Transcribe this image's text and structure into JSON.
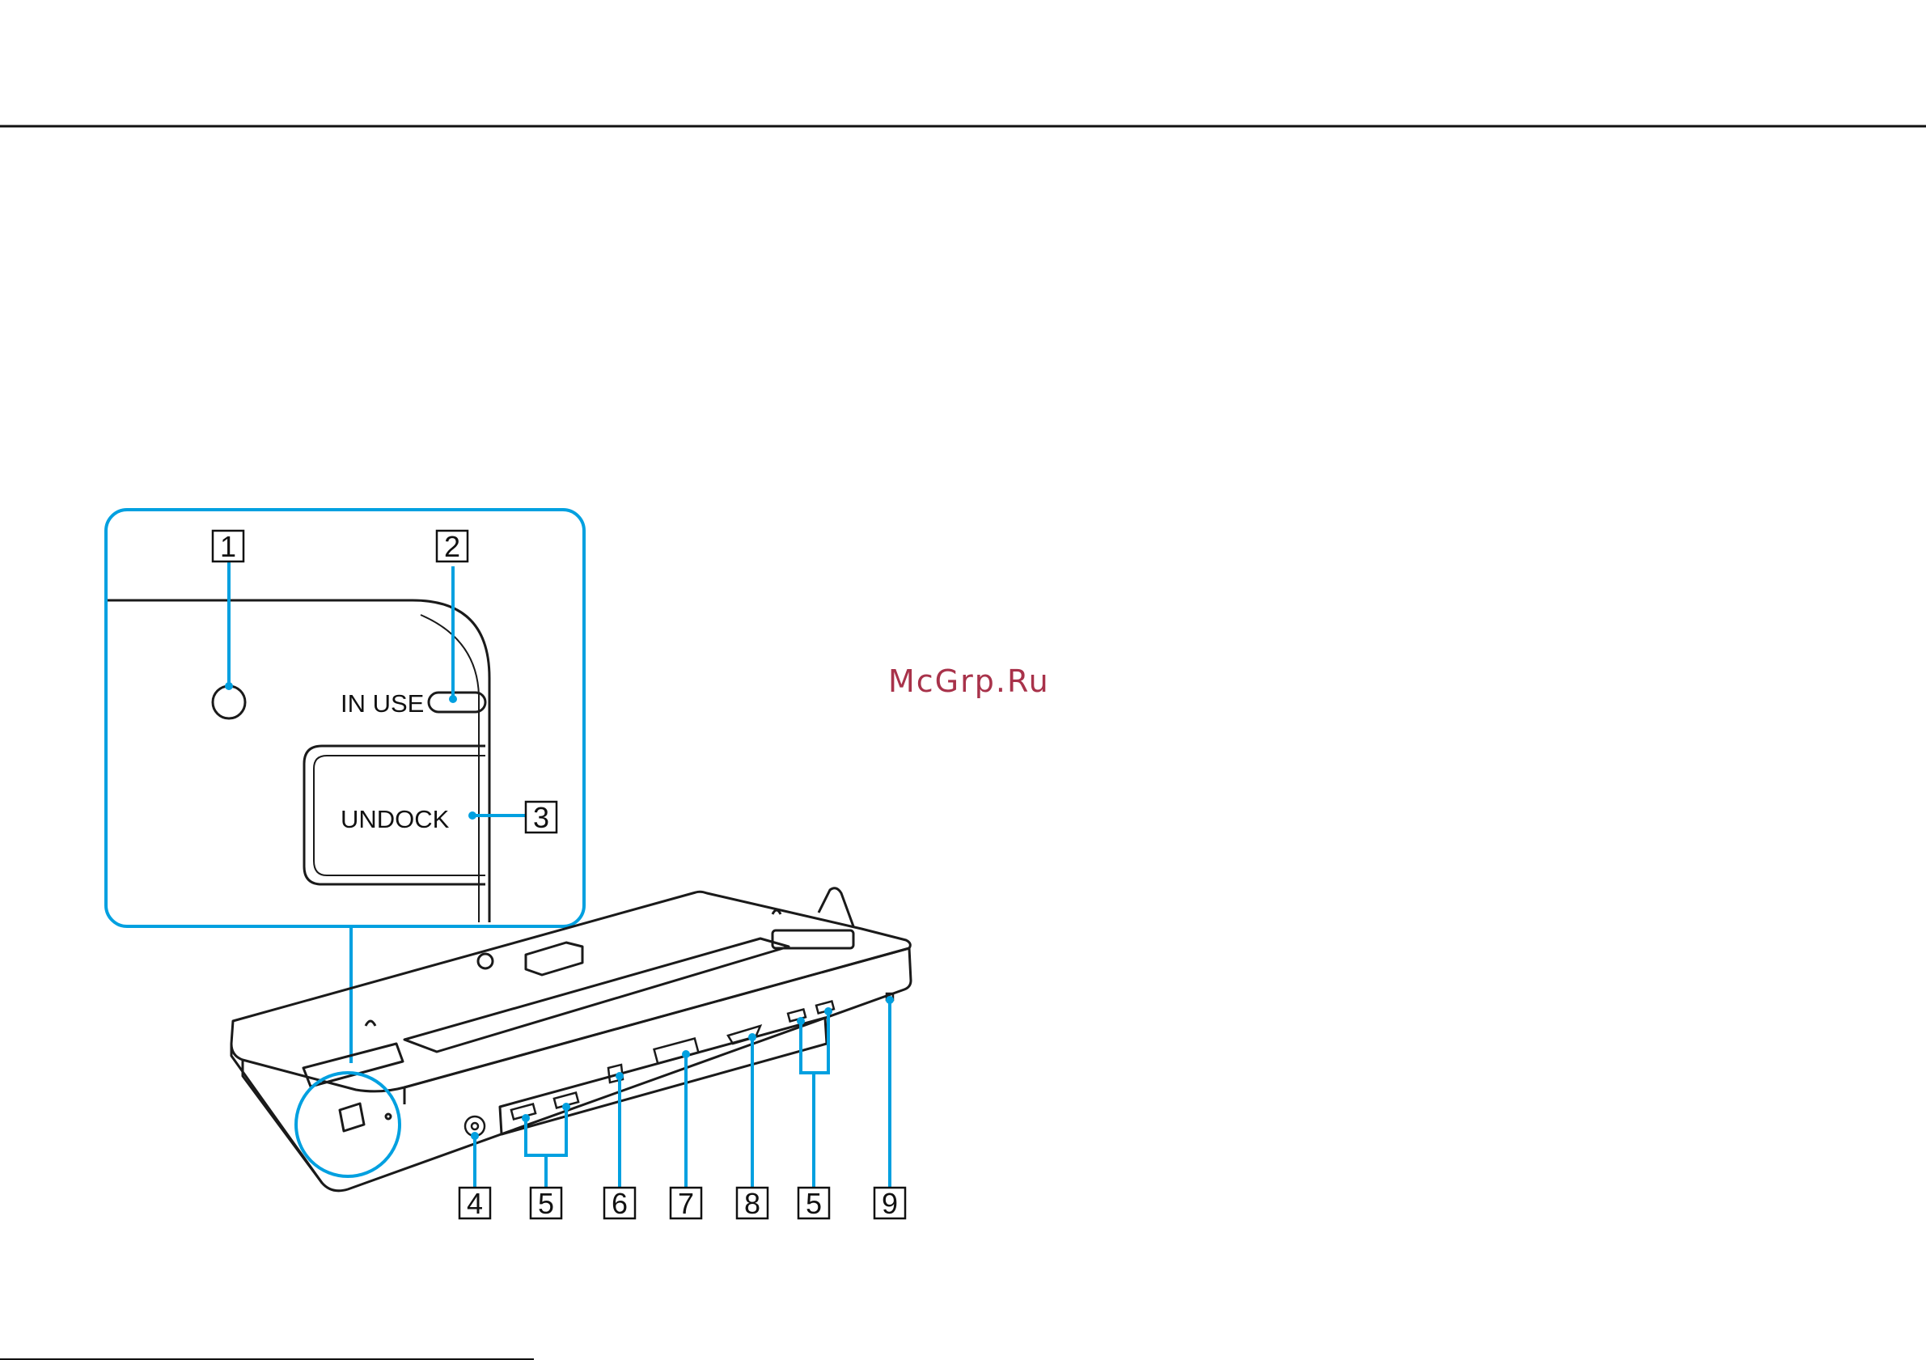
{
  "watermark": "McGrp.Ru",
  "inset": {
    "in_use_label": "IN USE",
    "undock_label": "UNDOCK"
  },
  "callouts": [
    "1",
    "2",
    "3",
    "4",
    "5",
    "6",
    "7",
    "8",
    "5",
    "9"
  ],
  "colors": {
    "leader": "#00a0e0",
    "outline": "#1a1a1a",
    "watermark": "#a8324a"
  },
  "icons": {
    "power-port": "circle",
    "usb-port": "rectangle",
    "lan-port": "rj45",
    "dvi-port": "dvi",
    "vga-port": "d-sub",
    "security-slot": "small-rect"
  }
}
